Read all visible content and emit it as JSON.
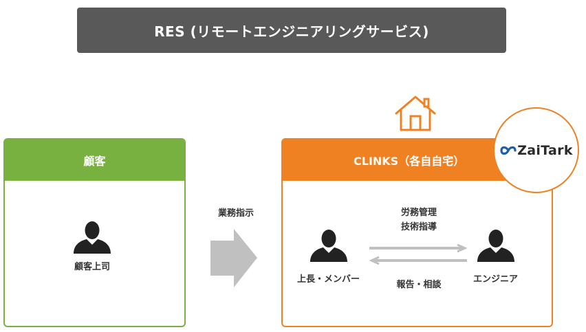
{
  "title": "RES (リモートエンジニアリングサービス)",
  "client_panel": {
    "header": "顧客",
    "person_label": "顧客上司"
  },
  "instruction": {
    "label": "業務指示"
  },
  "clinks_panel": {
    "header": "CLINKS（各自自宅）",
    "left_person_label": "上長・メンバー",
    "right_person_label": "エンジニア",
    "top_arrow_line1": "労務管理",
    "top_arrow_line2": "技術指導",
    "bottom_arrow_label": "報告・相談"
  },
  "logo": {
    "text": "ZaiTark"
  },
  "colors": {
    "banner": "#595959",
    "client_green": "#78b13f",
    "clinks_orange": "#f08123",
    "arrow_gray": "#c0c0c0",
    "person_dark": "#222222"
  },
  "icons": [
    "home-icon",
    "person-icon",
    "right-arrow-icon",
    "infinity-logo-icon"
  ]
}
